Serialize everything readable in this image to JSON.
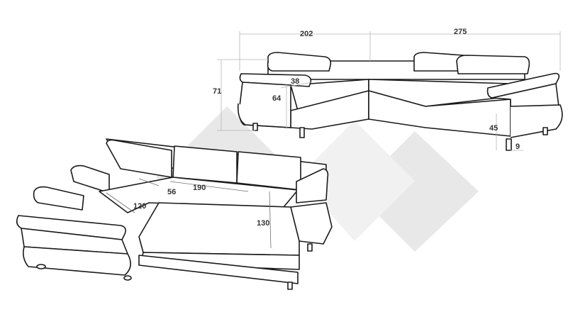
{
  "dimensions": {
    "top_width_left": "202",
    "top_width_right": "275",
    "height_back": "71",
    "armrest_depth": "38",
    "seat_height_arm": "64",
    "seat_height": "45",
    "leg_height": "9",
    "seat_depth": "56",
    "bed_length": "190",
    "bed_width": "120",
    "bed_extension": "130"
  },
  "colors": {
    "watermark": "#d6d6d6",
    "outline": "#1a1a1a",
    "dimension_line": "#b5b5b5"
  }
}
